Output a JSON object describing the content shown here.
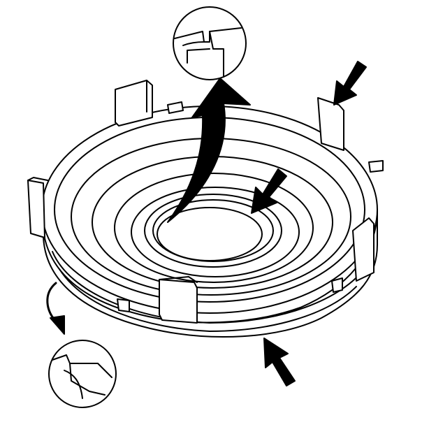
{
  "figure": {
    "subject": "",
    "line_color": "#000000",
    "fill_color": "#ffffff"
  },
  "callouts": [
    {
      "icon": "magnified-detail-top"
    },
    {
      "icon": "magnified-detail-bottom"
    }
  ],
  "arrows": [
    {
      "icon": "pointer-arrow-top-right"
    },
    {
      "icon": "pointer-arrow-center"
    },
    {
      "icon": "pointer-arrow-bottom-right"
    },
    {
      "icon": "curved-arrow-top"
    },
    {
      "icon": "curved-arrow-left"
    }
  ]
}
